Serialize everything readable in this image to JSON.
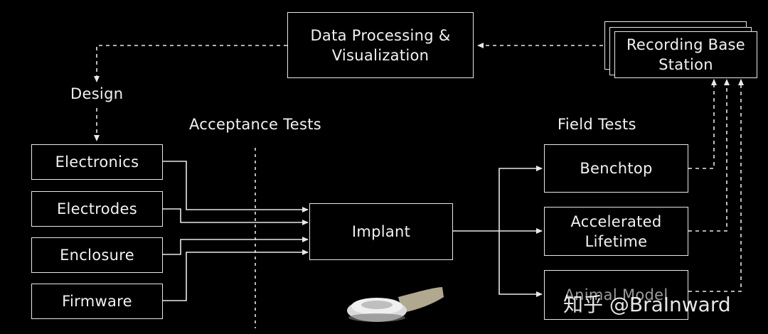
{
  "boxes": {
    "data_processing": {
      "line1": "Data Processing &",
      "line2": "Visualization"
    },
    "recording_base_station": {
      "line1": "Recording Base",
      "line2": "Station"
    },
    "electronics": "Electronics",
    "electrodes": "Electrodes",
    "enclosure": "Enclosure",
    "firmware": "Firmware",
    "implant": "Implant",
    "benchtop": "Benchtop",
    "accelerated_lifetime": {
      "line1": "Accelerated",
      "line2": "Lifetime"
    },
    "animal_model": "Animal Model"
  },
  "labels": {
    "design": "Design",
    "acceptance_tests": "Acceptance Tests",
    "field_tests": "Field Tests"
  },
  "watermark": "知乎 @BraInward",
  "colors": {
    "background": "#000000",
    "lines": "#e8e8e8"
  }
}
